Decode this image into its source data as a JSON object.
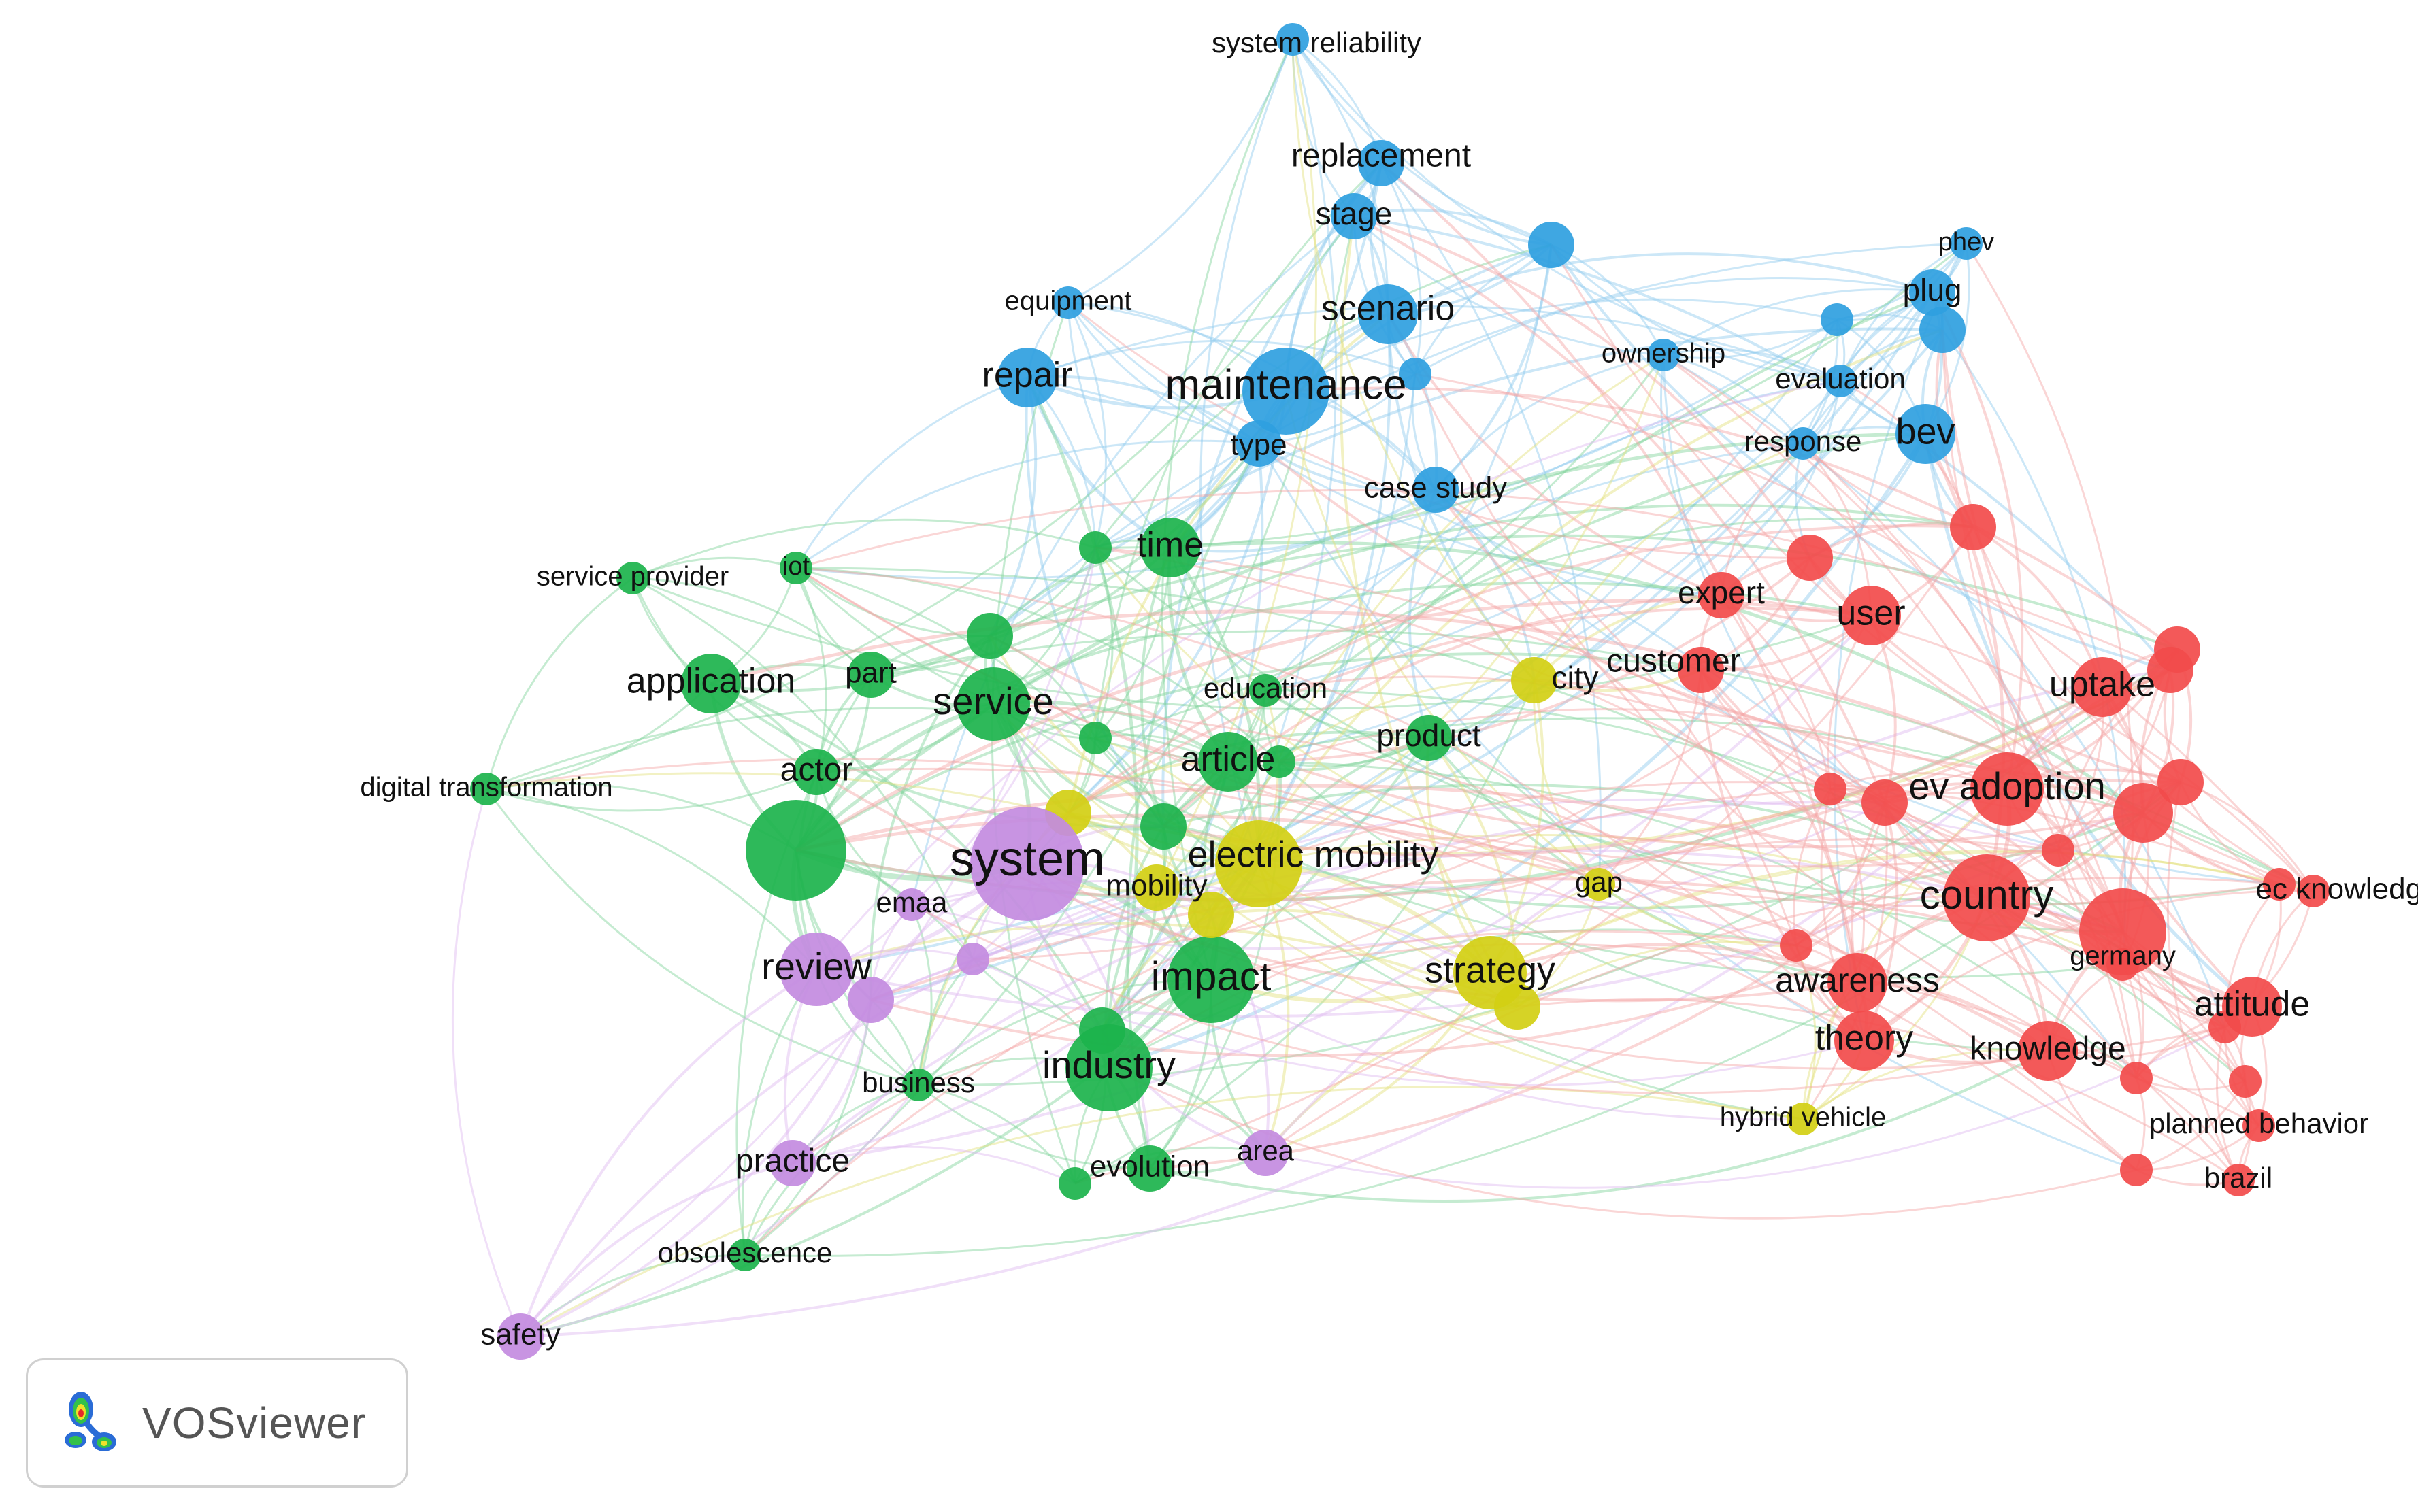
{
  "app": {
    "name": "VOSviewer"
  },
  "legend_logo": {
    "icon": "vosviewer-logo-icon"
  },
  "clusters": {
    "red": {
      "node": "#f24b4b",
      "edge": "#f5a3a3"
    },
    "green": {
      "node": "#1cb34c",
      "edge": "#7ed398"
    },
    "blue": {
      "node": "#2f9fe0",
      "edge": "#8ec9ee"
    },
    "yellow": {
      "node": "#d2cf14",
      "edge": "#e2e07a"
    },
    "purple": {
      "node": "#c38be0",
      "edge": "#ddb8ef"
    }
  },
  "nodes": [
    {
      "label": "system reliability",
      "cluster": "blue",
      "weight": 1
    },
    {
      "label": "replacement",
      "cluster": "blue",
      "weight": 2
    },
    {
      "label": "stage",
      "cluster": "blue",
      "weight": 2
    },
    {
      "label": "phev",
      "cluster": "blue",
      "weight": 1
    },
    {
      "label": "plug",
      "cluster": "blue",
      "weight": 2
    },
    {
      "label": "equipment",
      "cluster": "blue",
      "weight": 1
    },
    {
      "label": "scenario",
      "cluster": "blue",
      "weight": 3
    },
    {
      "label": "ownership",
      "cluster": "blue",
      "weight": 1
    },
    {
      "label": "repair",
      "cluster": "blue",
      "weight": 3
    },
    {
      "label": "maintenance",
      "cluster": "blue",
      "weight": 5
    },
    {
      "label": "evaluation",
      "cluster": "blue",
      "weight": 1
    },
    {
      "label": "type",
      "cluster": "blue",
      "weight": 2
    },
    {
      "label": "response",
      "cluster": "blue",
      "weight": 1
    },
    {
      "label": "bev",
      "cluster": "blue",
      "weight": 3
    },
    {
      "label": "case study",
      "cluster": "blue",
      "weight": 2
    },
    {
      "label": "",
      "cluster": "blue",
      "weight": 2
    },
    {
      "label": "",
      "cluster": "blue",
      "weight": 2
    },
    {
      "label": "",
      "cluster": "blue",
      "weight": 1
    },
    {
      "label": "",
      "cluster": "blue",
      "weight": 1
    },
    {
      "label": "service provider",
      "cluster": "green",
      "weight": 1
    },
    {
      "label": "iot",
      "cluster": "green",
      "weight": 1
    },
    {
      "label": "time",
      "cluster": "green",
      "weight": 3
    },
    {
      "label": "application",
      "cluster": "green",
      "weight": 3
    },
    {
      "label": "part",
      "cluster": "green",
      "weight": 2
    },
    {
      "label": "service",
      "cluster": "green",
      "weight": 4
    },
    {
      "label": "education",
      "cluster": "green",
      "weight": 1
    },
    {
      "label": "product",
      "cluster": "green",
      "weight": 2
    },
    {
      "label": "digital transformation",
      "cluster": "green",
      "weight": 1
    },
    {
      "label": "actor",
      "cluster": "green",
      "weight": 2
    },
    {
      "label": "article",
      "cluster": "green",
      "weight": 3
    },
    {
      "label": "impact",
      "cluster": "green",
      "weight": 5
    },
    {
      "label": "industry",
      "cluster": "green",
      "weight": 5
    },
    {
      "label": "business",
      "cluster": "green",
      "weight": 1
    },
    {
      "label": "evolution",
      "cluster": "green",
      "weight": 2
    },
    {
      "label": "obsolescence",
      "cluster": "green",
      "weight": 1
    },
    {
      "label": "",
      "cluster": "green",
      "weight": 6
    },
    {
      "label": "",
      "cluster": "green",
      "weight": 2
    },
    {
      "label": "",
      "cluster": "green",
      "weight": 1
    },
    {
      "label": "",
      "cluster": "green",
      "weight": 1
    },
    {
      "label": "",
      "cluster": "green",
      "weight": 2
    },
    {
      "label": "",
      "cluster": "green",
      "weight": 2
    },
    {
      "label": "",
      "cluster": "green",
      "weight": 1
    },
    {
      "label": "",
      "cluster": "green",
      "weight": 1
    },
    {
      "label": "city",
      "cluster": "yellow",
      "weight": 2
    },
    {
      "label": "electric mobility",
      "cluster": "yellow",
      "weight": 5
    },
    {
      "label": "gap",
      "cluster": "yellow",
      "weight": 1
    },
    {
      "label": "mobility",
      "cluster": "yellow",
      "weight": 2
    },
    {
      "label": "strategy",
      "cluster": "yellow",
      "weight": 4
    },
    {
      "label": "hybrid vehicle",
      "cluster": "yellow",
      "weight": 1
    },
    {
      "label": "",
      "cluster": "yellow",
      "weight": 2
    },
    {
      "label": "",
      "cluster": "yellow",
      "weight": 2
    },
    {
      "label": "",
      "cluster": "yellow",
      "weight": 2
    },
    {
      "label": "system",
      "cluster": "purple",
      "weight": 7
    },
    {
      "label": "emaa",
      "cluster": "purple",
      "weight": 1
    },
    {
      "label": "review",
      "cluster": "purple",
      "weight": 4
    },
    {
      "label": "practice",
      "cluster": "purple",
      "weight": 2
    },
    {
      "label": "area",
      "cluster": "purple",
      "weight": 2
    },
    {
      "label": "safety",
      "cluster": "purple",
      "weight": 2
    },
    {
      "label": "",
      "cluster": "purple",
      "weight": 1
    },
    {
      "label": "",
      "cluster": "purple",
      "weight": 2
    },
    {
      "label": "expert",
      "cluster": "red",
      "weight": 2
    },
    {
      "label": "user",
      "cluster": "red",
      "weight": 3
    },
    {
      "label": "customer",
      "cluster": "red",
      "weight": 2
    },
    {
      "label": "uptake",
      "cluster": "red",
      "weight": 3
    },
    {
      "label": "ev adoption",
      "cluster": "red",
      "weight": 4
    },
    {
      "label": "country",
      "cluster": "red",
      "weight": 5
    },
    {
      "label": "ec knowledge",
      "cluster": "red",
      "weight": 1
    },
    {
      "label": "awareness",
      "cluster": "red",
      "weight": 3
    },
    {
      "label": "germany",
      "cluster": "red",
      "weight": 1
    },
    {
      "label": "attitude",
      "cluster": "red",
      "weight": 3
    },
    {
      "label": "theory",
      "cluster": "red",
      "weight": 3
    },
    {
      "label": "knowledge",
      "cluster": "red",
      "weight": 3
    },
    {
      "label": "planned behavior",
      "cluster": "red",
      "weight": 1
    },
    {
      "label": "brazil",
      "cluster": "red",
      "weight": 1
    },
    {
      "label": "",
      "cluster": "red",
      "weight": 5
    },
    {
      "label": "",
      "cluster": "red",
      "weight": 3
    },
    {
      "label": "",
      "cluster": "red",
      "weight": 2
    },
    {
      "label": "",
      "cluster": "red",
      "weight": 2
    },
    {
      "label": "",
      "cluster": "red",
      "weight": 2
    },
    {
      "label": "",
      "cluster": "red",
      "weight": 2
    },
    {
      "label": "",
      "cluster": "red",
      "weight": 2
    },
    {
      "label": "",
      "cluster": "red",
      "weight": 2
    },
    {
      "label": "",
      "cluster": "red",
      "weight": 1
    },
    {
      "label": "",
      "cluster": "red",
      "weight": 1
    },
    {
      "label": "",
      "cluster": "red",
      "weight": 1
    },
    {
      "label": "",
      "cluster": "red",
      "weight": 1
    },
    {
      "label": "",
      "cluster": "red",
      "weight": 1
    },
    {
      "label": "",
      "cluster": "red",
      "weight": 1
    },
    {
      "label": "",
      "cluster": "red",
      "weight": 1
    },
    {
      "label": "",
      "cluster": "red",
      "weight": 1
    }
  ]
}
